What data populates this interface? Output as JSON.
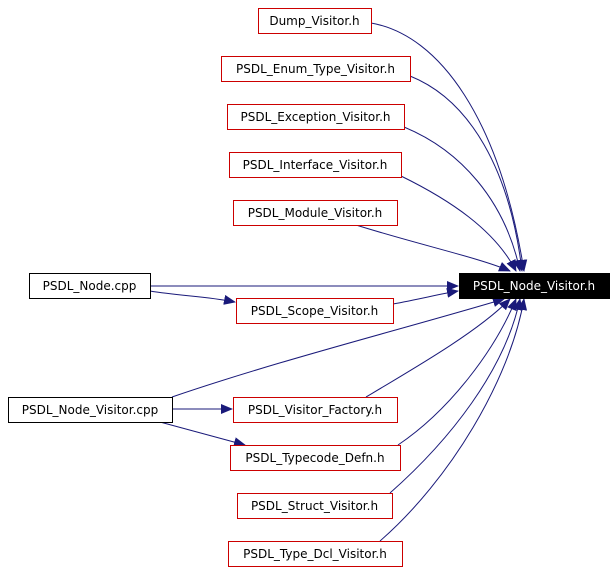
{
  "diagram": {
    "edge_color": "#1a1a7a",
    "target": {
      "label": "PSDL_Node_Visitor.h",
      "fill": "#000000",
      "text_color": "#ffffff"
    },
    "nodes": [
      {
        "id": "dump",
        "label": "Dump_Visitor.h",
        "border": "#cc0000"
      },
      {
        "id": "enum",
        "label": "PSDL_Enum_Type_Visitor.h",
        "border": "#cc0000"
      },
      {
        "id": "exception",
        "label": "PSDL_Exception_Visitor.h",
        "border": "#cc0000"
      },
      {
        "id": "interface",
        "label": "PSDL_Interface_Visitor.h",
        "border": "#cc0000"
      },
      {
        "id": "module",
        "label": "PSDL_Module_Visitor.h",
        "border": "#cc0000"
      },
      {
        "id": "nodecpp",
        "label": "PSDL_Node.cpp",
        "border": "#000000"
      },
      {
        "id": "scope",
        "label": "PSDL_Scope_Visitor.h",
        "border": "#cc0000"
      },
      {
        "id": "nvcpp",
        "label": "PSDL_Node_Visitor.cpp",
        "border": "#000000"
      },
      {
        "id": "factory",
        "label": "PSDL_Visitor_Factory.h",
        "border": "#cc0000"
      },
      {
        "id": "typecode",
        "label": "PSDL_Typecode_Defn.h",
        "border": "#cc0000"
      },
      {
        "id": "struct",
        "label": "PSDL_Struct_Visitor.h",
        "border": "#cc0000"
      },
      {
        "id": "typedcl",
        "label": "PSDL_Type_Dcl_Visitor.h",
        "border": "#cc0000"
      }
    ],
    "edges": [
      {
        "from": "dump",
        "to": "target"
      },
      {
        "from": "enum",
        "to": "target"
      },
      {
        "from": "exception",
        "to": "target"
      },
      {
        "from": "interface",
        "to": "target"
      },
      {
        "from": "module",
        "to": "target"
      },
      {
        "from": "nodecpp",
        "to": "target"
      },
      {
        "from": "nodecpp",
        "to": "scope"
      },
      {
        "from": "scope",
        "to": "target"
      },
      {
        "from": "nvcpp",
        "to": "target"
      },
      {
        "from": "nvcpp",
        "to": "factory"
      },
      {
        "from": "nvcpp",
        "to": "typecode"
      },
      {
        "from": "factory",
        "to": "target"
      },
      {
        "from": "typecode",
        "to": "target"
      },
      {
        "from": "struct",
        "to": "target"
      },
      {
        "from": "typedcl",
        "to": "target"
      }
    ]
  }
}
